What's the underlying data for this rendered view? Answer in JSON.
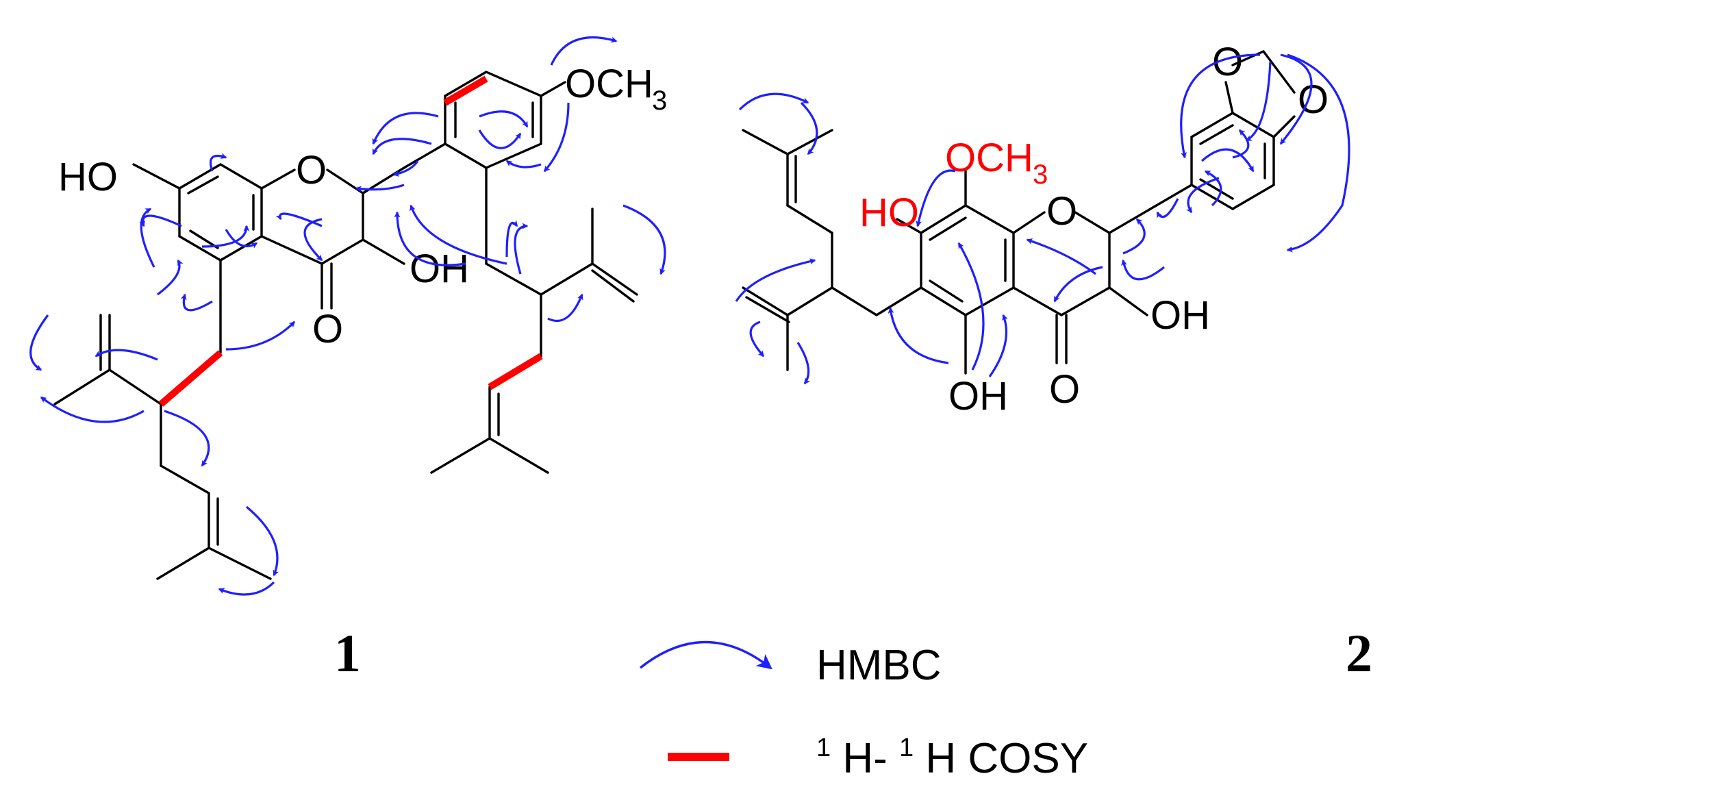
{
  "labels": {
    "c1_ho": "HO",
    "c1_o": "O",
    "c1_oh": "OH",
    "c1_co": "O",
    "c1_och3": "OCH",
    "c1_och3_sub": "3",
    "c2_ho": "HO",
    "c2_och3": "OCH",
    "c2_och3_sub": "3",
    "c2_o": "O",
    "c2_oh_bottom": "OH",
    "c2_co": "O",
    "c2_oh_right": "OH",
    "c2_diox_o1": "O",
    "c2_diox_o2": "O"
  },
  "compounds": {
    "one": "1",
    "two": "2"
  },
  "legend": {
    "hmbc": "HMBC",
    "cosy_sup1": "1",
    "cosy_h1": "H-",
    "cosy_sup2": "1",
    "cosy_h2": "H COSY"
  },
  "colors": {
    "hmbc": "#1f1fff",
    "cosy": "#ff0000",
    "bond": "#000000"
  }
}
